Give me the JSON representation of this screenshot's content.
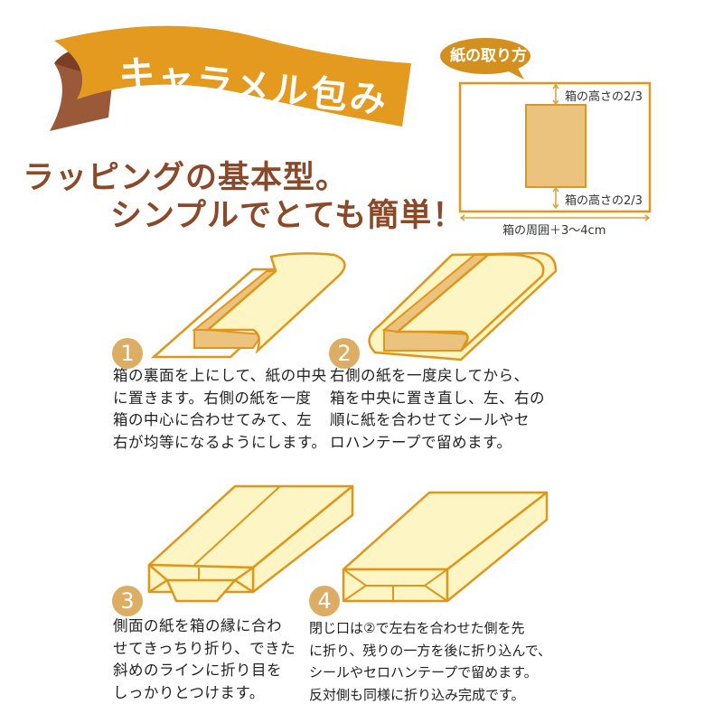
{
  "header": {
    "banner_title": "キャラメル包み",
    "subtitle_line1": "ラッピングの基本型。",
    "subtitle_line2": "シンプルでとても簡単！"
  },
  "paper_guide": {
    "title": "紙の取り方",
    "top_margin_label": "箱の高さの2/3",
    "bottom_margin_label": "箱の高さの2/3",
    "width_label": "箱の周囲＋3〜4cm"
  },
  "steps": [
    {
      "number": "1",
      "text": "箱の裏面を上にして、紙の中央\nに置きます。右側の紙を一度\n箱の中心に合わせてみて、左\n右が均等になるようにします。"
    },
    {
      "number": "2",
      "text": "右側の紙を一度戻してから、\n箱を中央に置き直し、左、右の\n順に紙を合わせてシールやセ\nロハンテープで留めます。"
    },
    {
      "number": "3",
      "text": "側面の紙を箱の縁に合わ\nせてきっちり折り、できた\n斜めのラインに折り目を\nしっかりとつけます。"
    },
    {
      "number": "4",
      "text": "閉じ口は②で左右を合わせた側を先\nに折り、残りの一方を後に折り込んで、\nシールやセロハンテープで留めます。\n反対側も同様に折り込み完成です。"
    }
  ],
  "colors": {
    "banner_orange": "#e39a1f",
    "banner_shadow": "#9a5a3a",
    "subtitle_brown": "#8a4a2a",
    "outline_orange": "#e0961a",
    "paper_cream": "#fdf5c4",
    "box_tan": "#ebc27e",
    "number_circle": "#dcad62"
  }
}
